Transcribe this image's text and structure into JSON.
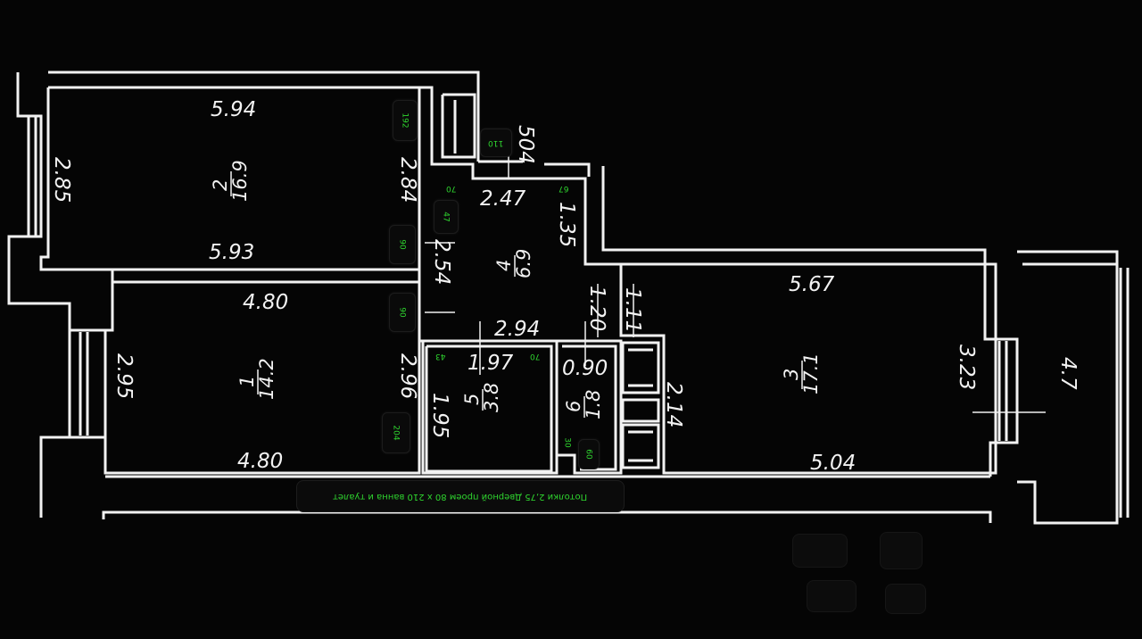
{
  "plan": {
    "rooms": [
      {
        "number": "2",
        "area": "16.9"
      },
      {
        "number": "1",
        "area": "14.2"
      },
      {
        "number": "4",
        "area": "6.9"
      },
      {
        "number": "5",
        "area": "3.8"
      },
      {
        "number": "6",
        "area": "1.8"
      },
      {
        "number": "3",
        "area": "17.1"
      }
    ],
    "dimensions": {
      "r2_top": "5.94",
      "r2_bottom": "5.93",
      "r2_left": "2.85",
      "r2_right": "2.84",
      "r1_top": "4.80",
      "r1_bottom": "4.80",
      "r1_left": "2.95",
      "r1_right": "2.96",
      "hall_top": "2.47",
      "hall_right": "1.35",
      "hall_left": "2.54",
      "hall_bottom": "2.94",
      "corridor_a": "1.20",
      "corridor_b": "1.11",
      "r5_width": "1.97",
      "r5_height": "1.95",
      "r6_width": "0.90",
      "r6_right": "2.14",
      "r3_top": "5.67",
      "r3_bottom": "5.04",
      "r3_right": "3.23",
      "balcony": "4.7",
      "entry": "504"
    },
    "tags": {
      "t192": "192",
      "t110": "110",
      "t70a": "70",
      "t67": "67",
      "t47": "47",
      "t90a": "90",
      "t90b": "90",
      "t43": "43",
      "t70b": "70",
      "t204": "204",
      "t30": "30",
      "t60": "60"
    },
    "note": "Потолки 2,75  Дверной проем 80 х 210 ванна и туалет",
    "colors": {
      "background": "#050505",
      "lines": "#f2f2f2",
      "tag_text": "#2fd52f"
    }
  }
}
